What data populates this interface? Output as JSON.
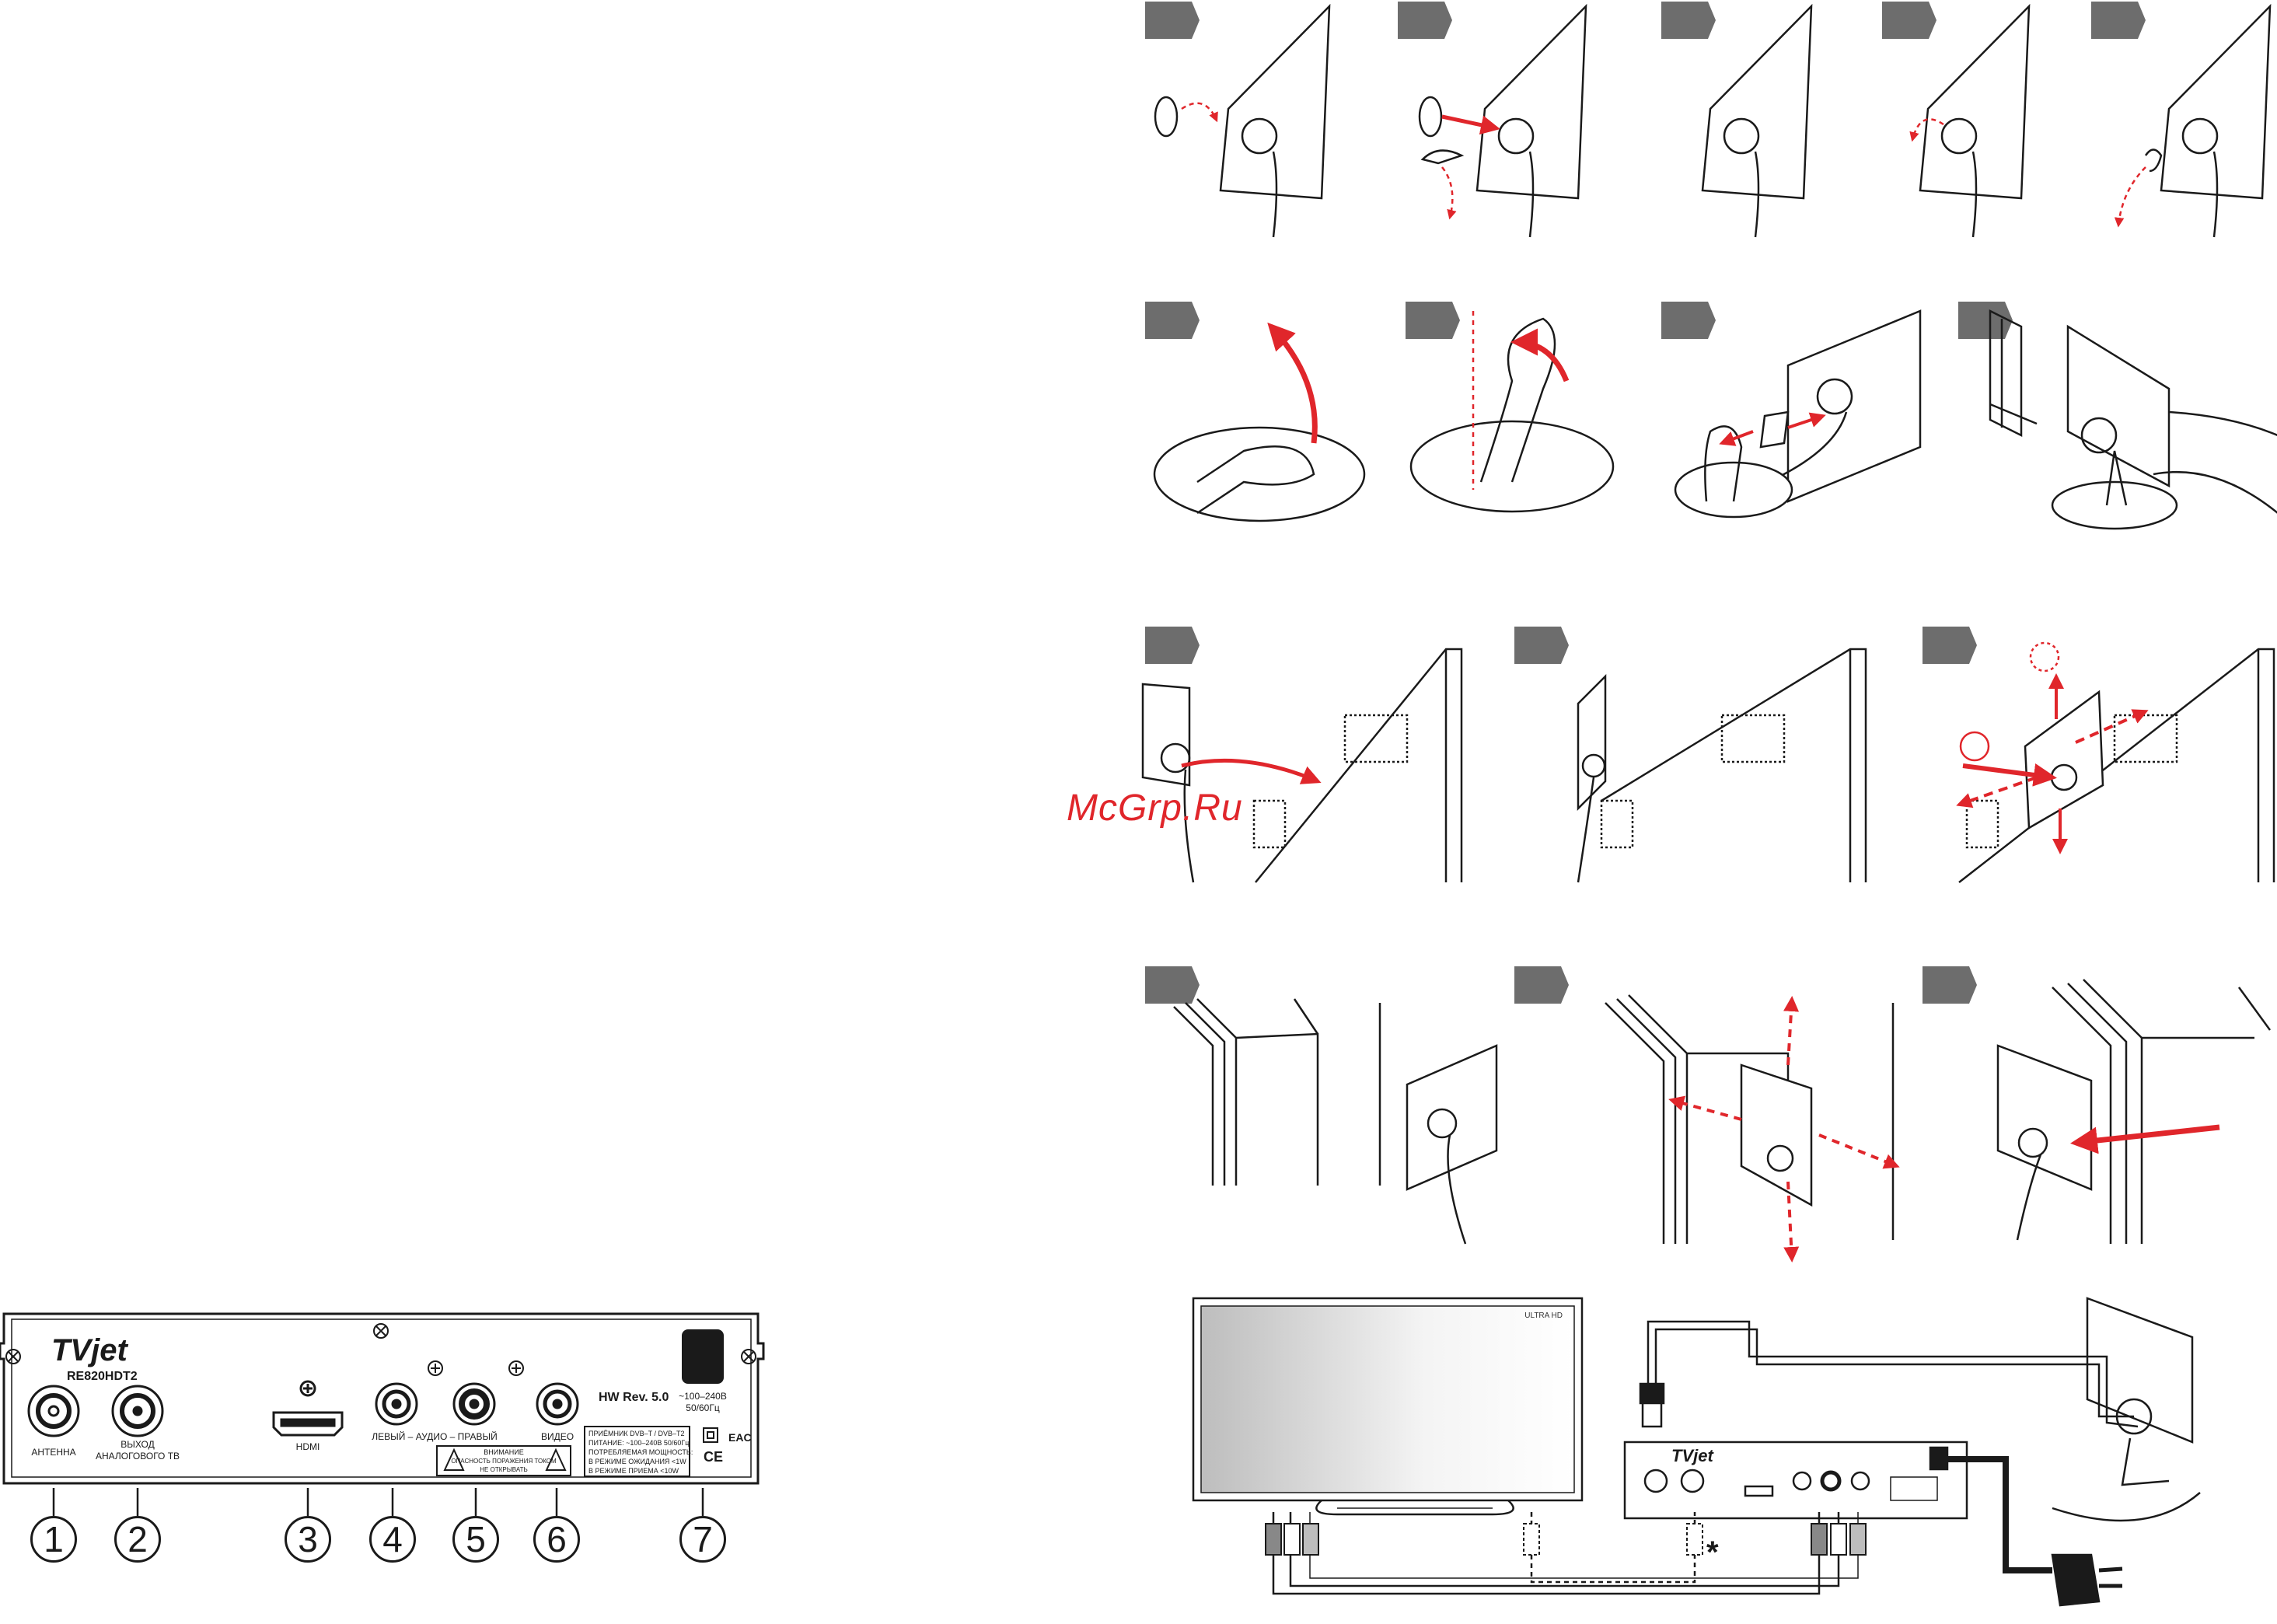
{
  "watermark": "McGrp.Ru",
  "panel": {
    "brand": "TVjet",
    "model": "RE820HDT2",
    "antenna_label": "АНТЕННА",
    "analog_out_line1": "ВЫХОД",
    "analog_out_line2": "АНАЛОГОВОГО ТВ",
    "hdmi_label": "HDMI",
    "audio_label": "ЛЕВЫЙ – АУДИО – ПРАВЫЙ",
    "video_label": "ВИДЕО",
    "hw_rev": "HW Rev. 5.0",
    "power_v": "~100–240В",
    "power_hz": "50/60Гц",
    "warning_line1": "ВНИМАНИЕ",
    "warning_line2": "ОПАСНОСТЬ ПОРАЖЕНИЯ ТОКОМ",
    "warning_line3": "НЕ ОТКРЫВАТЬ",
    "spec_line1": "ПРИЁМНИК DVB–T / DVB–T2",
    "spec_line2": "ПИТАНИЕ: ~100–240В   50/60Гц",
    "spec_line3": "ПОТРЕБЛЯЕМАЯ МОЩНОСТЬ:",
    "spec_line4": "В РЕЖИМЕ ОЖИДАНИЯ    <1W",
    "spec_line5": "В РЕЖИМЕ ПРИЕМА     <10W",
    "ce_mark": "CE",
    "eac_mark": "EAC"
  },
  "callouts": [
    "1",
    "2",
    "3",
    "4",
    "5",
    "6",
    "7"
  ],
  "tv": {
    "badge": "ULTRA HD"
  },
  "connection": {
    "asterisk": "*"
  },
  "colors": {
    "accent_red": "#e0262b",
    "step_badge": "#6d6d6d",
    "line": "#1a1a1a"
  }
}
